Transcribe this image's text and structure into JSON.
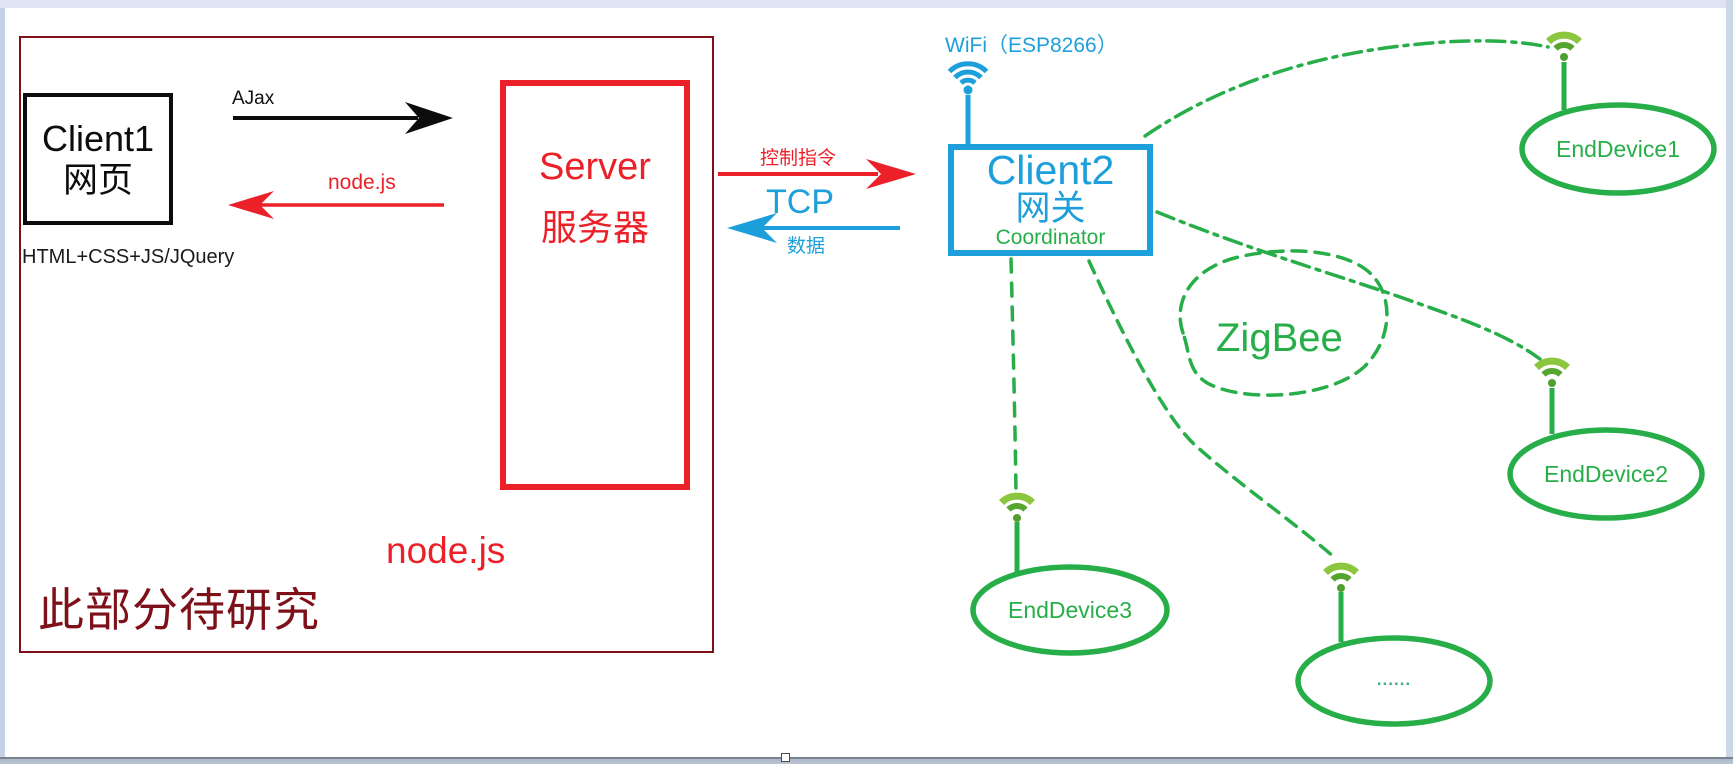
{
  "colors": {
    "accent_blue": "#1c9fdb",
    "accent_green": "#27ae49",
    "accent_red": "#ec2028",
    "dark_red": "#7d1018",
    "wifi_green_bright": "#8cc63f",
    "wifi_green_dark": "#56a52f"
  },
  "left_panel": {
    "note": "此部分待研究",
    "client1": {
      "title": "Client1",
      "subtitle": "网页",
      "caption": "HTML+CSS+JS/JQuery"
    },
    "server": {
      "title": "Server",
      "subtitle": "服务器",
      "runtime_label": "node.js"
    },
    "arrows": {
      "ajax_label": "AJax",
      "nodejs_label": "node.js"
    }
  },
  "middle": {
    "control_label": "控制指令",
    "protocol_label": "TCP",
    "data_label": "数据"
  },
  "gateway": {
    "wifi_label": "WiFi（ESP8266）",
    "title": "Client2",
    "subtitle": "网关",
    "role": "Coordinator"
  },
  "zigbee": {
    "network_label": "ZigBee",
    "devices": [
      {
        "label": "EndDevice1"
      },
      {
        "label": "EndDevice2"
      },
      {
        "label": "EndDevice3"
      },
      {
        "label": "......"
      }
    ]
  }
}
